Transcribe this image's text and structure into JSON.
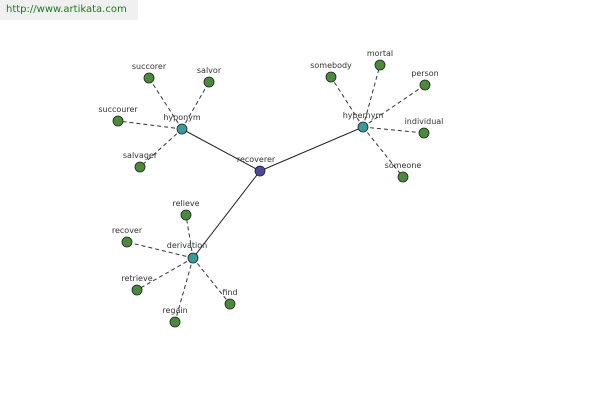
{
  "banner": {
    "url_text": "http://www.artikata.com"
  },
  "colors": {
    "center_fill": "#4a4a9a",
    "hub_fill": "#3a9a9a",
    "leaf_fill": "#4a8a3a",
    "node_stroke": "#222222",
    "edge_solid": "#222222",
    "edge_dashed": "#333333",
    "banner_text": "#1f7a1f",
    "banner_bg": "#f0f0f0"
  },
  "graph": {
    "center": {
      "id": "center",
      "label": "recoverer"
    },
    "hubs": [
      {
        "id": "hyponym",
        "label": "hyponym",
        "leaves": [
          "succorer",
          "salvor",
          "succourer",
          "salvager"
        ]
      },
      {
        "id": "hypernym",
        "label": "hypernym",
        "leaves": [
          "somebody",
          "mortal",
          "person",
          "individual",
          "someone"
        ]
      },
      {
        "id": "derivation",
        "label": "derivation",
        "leaves": [
          "relieve",
          "recover",
          "retrieve",
          "regain",
          "find"
        ]
      }
    ]
  }
}
